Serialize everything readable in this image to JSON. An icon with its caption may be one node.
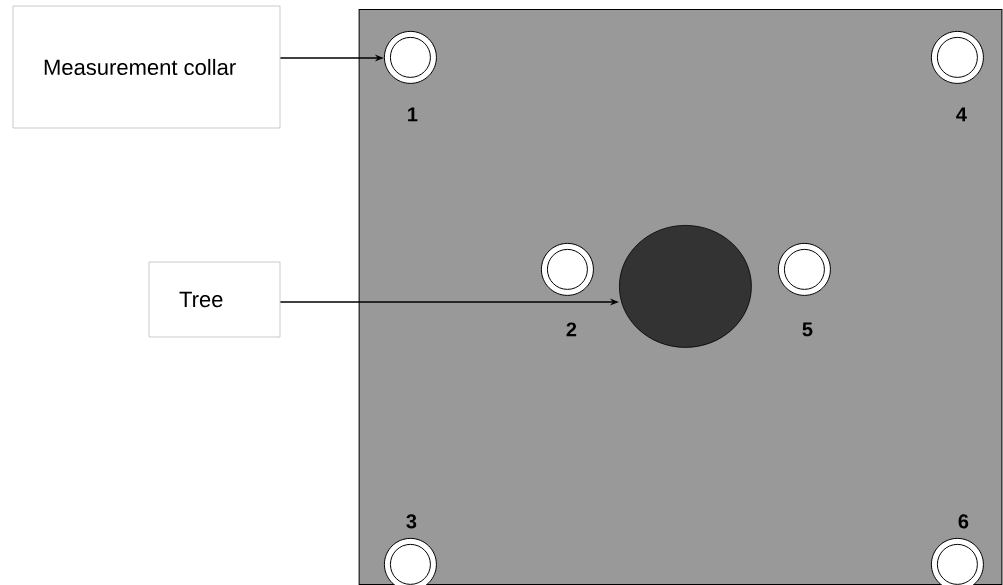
{
  "diagram": {
    "nodes": [
      {
        "text": [],
        "shape": "box"
      },
      {
        "text": [
          "Measurement collar"
        ]
      },
      {
        "text": [],
        "shape": "circle",
        "beside": [
          "1"
        ],
        "in": 0
      },
      {
        "text": [],
        "shape": "circle",
        "beside": [
          "4"
        ],
        "in": 0
      },
      {
        "text": [
          "Tree"
        ]
      },
      {
        "text": [],
        "shape": "circle",
        "beside": [
          "2"
        ],
        "in": 0
      },
      {
        "text": [],
        "shape": "circle",
        "in": 0
      },
      {
        "text": [],
        "shape": "circle",
        "beside": [
          "5"
        ],
        "in": 0
      },
      {
        "text": [],
        "shape": "circle",
        "beside": [
          "3"
        ],
        "in": 0
      },
      {
        "text": [],
        "shape": "circle",
        "beside": [
          "6"
        ],
        "in": 0
      }
    ],
    "edges": [
      {
        "from": 1,
        "to": 2,
        "arrow": "to"
      },
      {
        "from": 4,
        "to": 6,
        "arrow": "to"
      }
    ]
  }
}
